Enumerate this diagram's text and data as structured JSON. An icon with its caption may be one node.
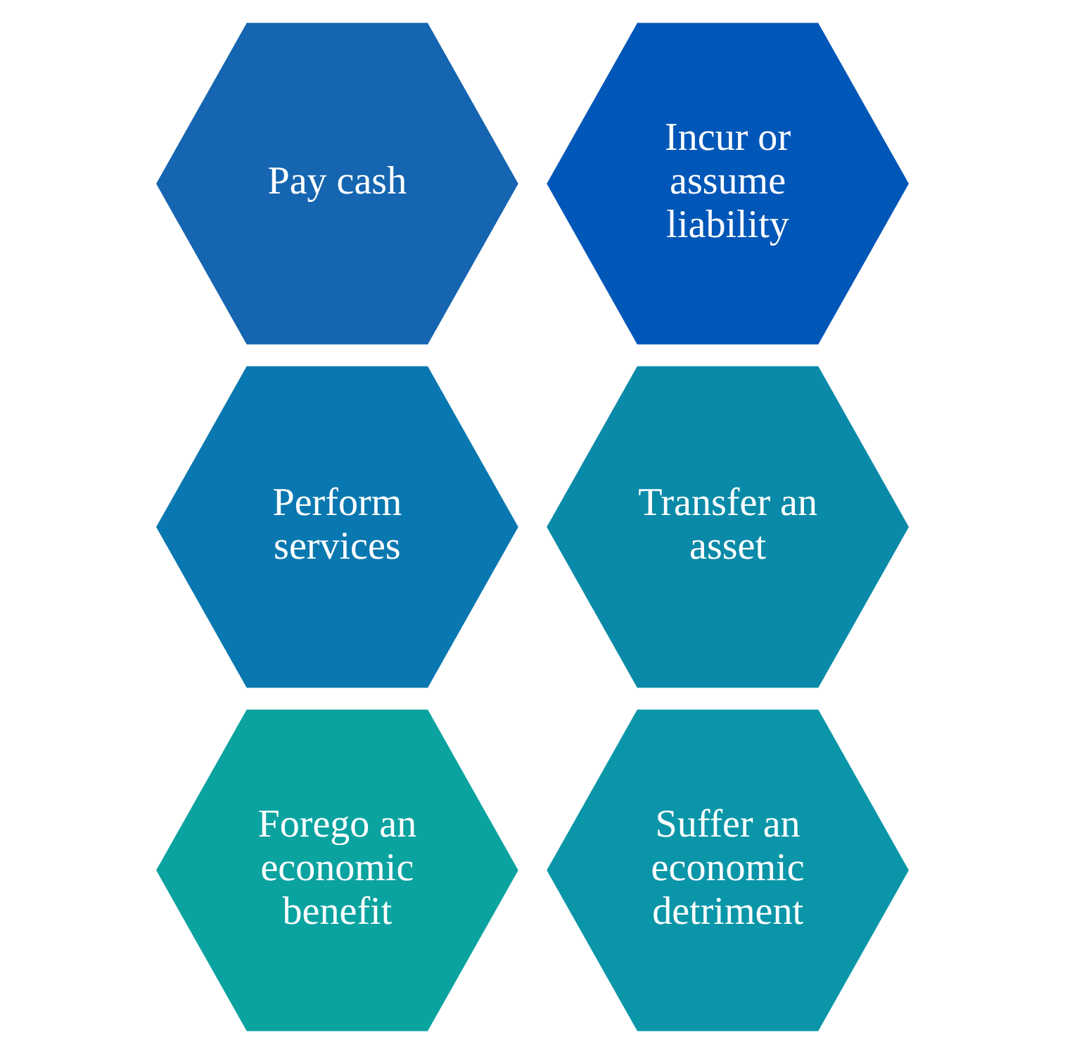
{
  "diagram": {
    "nodes": [
      {
        "text": [
          "Pay cash"
        ]
      },
      {
        "text": [
          "Incur or assume liability"
        ]
      },
      {
        "text": [
          "Perform services"
        ]
      },
      {
        "text": [
          "Transfer an asset"
        ]
      },
      {
        "text": [
          "Forego an economic benefit"
        ]
      },
      {
        "text": [
          "Suffer an economic detriment"
        ]
      }
    ]
  }
}
